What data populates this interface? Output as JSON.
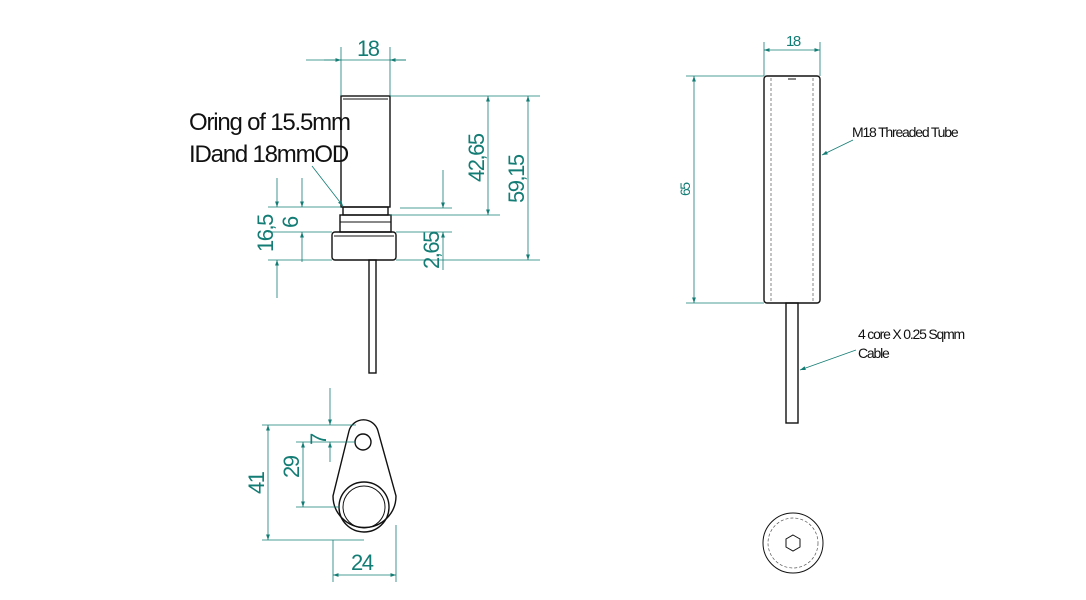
{
  "colors": {
    "dimension": "#137c74",
    "outline": "#111111",
    "background": "#ffffff"
  },
  "side_view": {
    "width_dim": "18",
    "tube_height_dim": "42,65",
    "total_height_dim": "59,15",
    "groove_dim": "6",
    "collar_dim": "16,5",
    "collar_height_dim": "2,65",
    "oring_note_line1": "Oring of 15.5mm",
    "oring_note_line2": "IDand 18mmOD"
  },
  "bracket_view": {
    "hole_offset_dim": "7",
    "hole_center_dim": "29",
    "total_height_dim": "41",
    "width_dim": "24"
  },
  "front_view": {
    "width_dim": "18",
    "length_dim": "65",
    "tube_label": "M18 Threaded Tube",
    "cable_label_line1": "4 core X 0.25 Sqmm",
    "cable_label_line2": "Cable"
  }
}
